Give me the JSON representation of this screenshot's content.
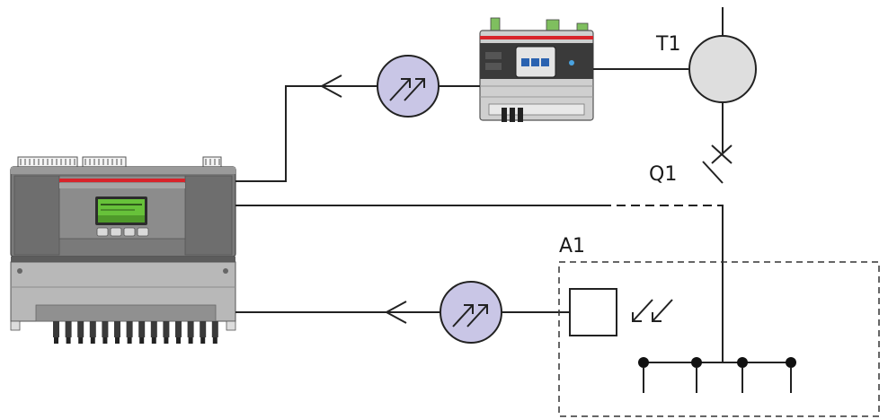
{
  "labels": {
    "transformer": "T1",
    "breaker": "Q1",
    "area": "A1"
  },
  "colors": {
    "sensor_fill": "#c9c6e6",
    "relay_red": "#d8232a",
    "lcd_green": "#67c23a",
    "device_gray": "#6b6b6b",
    "device_light": "#b9b9b9",
    "transformer_fill": "#dedede"
  },
  "components": [
    {
      "id": "main-relay",
      "kind": "arc-flash-relay-unit"
    },
    {
      "id": "light-sensor-top",
      "kind": "arc-light-sensor",
      "icon": "double-arrow-light-icon"
    },
    {
      "id": "light-sensor-bottom",
      "kind": "arc-light-sensor",
      "icon": "double-arrow-light-icon"
    },
    {
      "id": "current-sensor-unit",
      "kind": "current-measuring-unit"
    },
    {
      "id": "transformer",
      "kind": "transformer-circle"
    },
    {
      "id": "circuit-breaker",
      "kind": "breaker-switch"
    },
    {
      "id": "switchgear-cabinet",
      "kind": "dashed-enclosure"
    },
    {
      "id": "busbar",
      "kind": "busbar-with-taps",
      "taps": 4
    }
  ]
}
